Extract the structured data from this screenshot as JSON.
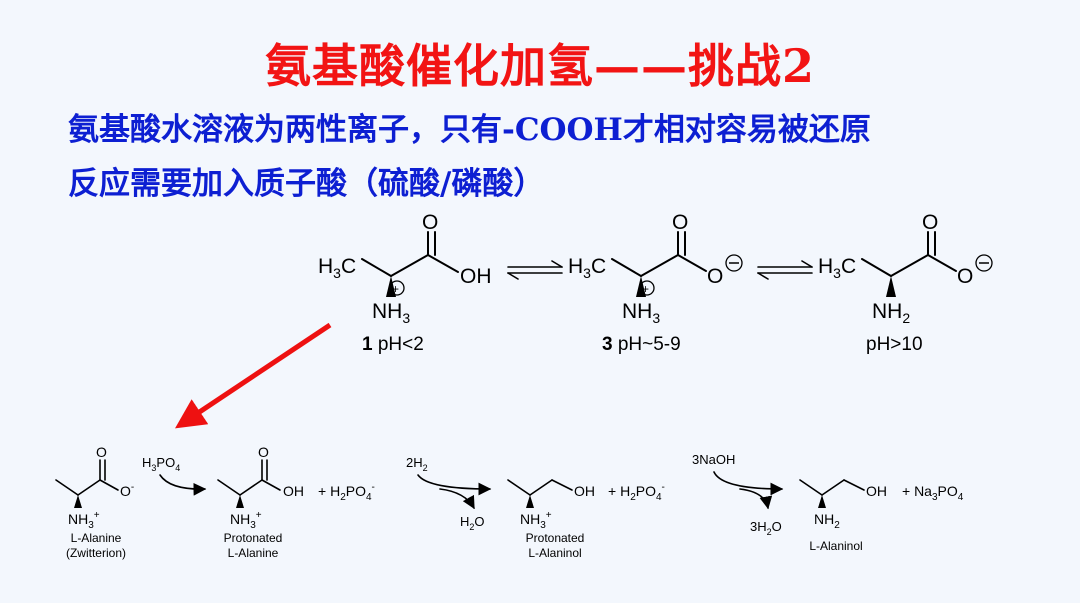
{
  "title": "氨基酸催化加氢——挑战2",
  "line1_prefix": "氨基酸水溶液为两性离子，只有",
  "line1_code": "-COOH",
  "line1_suffix": "才相对容易被还原",
  "line2": "反应需要加入质子酸（硫酸/磷酸）",
  "colors": {
    "title": "#f21414",
    "text": "#0d1fd2",
    "arrow": "#ee1111",
    "background": "#f3f7fd"
  },
  "top_scheme": {
    "species": [
      {
        "number": "1",
        "ph": "pH<2"
      },
      {
        "number": "3",
        "ph": "pH~5-9"
      },
      {
        "number": "",
        "ph": "pH>10"
      }
    ]
  },
  "bottom_scheme": {
    "reagent1": "H3PO4",
    "plus1": "+ H2PO4-",
    "reagent2": "2H2",
    "byproduct2": "H2O",
    "plus2": "+ H2PO4-",
    "reagent3": "3NaOH",
    "byproduct3": "3H2O",
    "plus3": "+ Na3PO4",
    "labels": {
      "c1_line1": "L-Alanine",
      "c1_line2": "(Zwitterion)",
      "c2_line1": "Protonated",
      "c2_line2": "L-Alanine",
      "c3_line1": "Protonated",
      "c3_line2": "L-Alaninol",
      "c4_line1": "L-Alaninol"
    }
  }
}
